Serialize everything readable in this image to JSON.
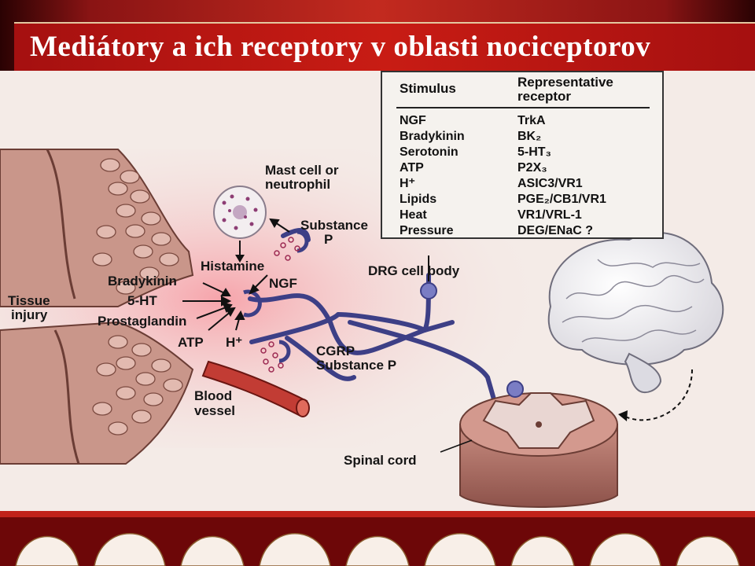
{
  "slide": {
    "title": "Mediátory a ich receptory v oblasti nociceptorov"
  },
  "figure": {
    "labels": {
      "mast_cell": "Mast cell or",
      "neutrophil": "neutrophil",
      "histamine": "Histamine",
      "ngf": "NGF",
      "substance": "Substance",
      "p": "P",
      "bradykinin": "Bradykinin",
      "ht5": "5-HT",
      "tissue": "Tissue",
      "injury": "injury",
      "prostaglandin": "Prostaglandin",
      "atp": "ATP",
      "hplus": "H⁺",
      "cgrp": "CGRP",
      "substance_p": "Substance P",
      "blood": "Blood",
      "vessel": "vessel",
      "drg": "DRG cell body",
      "spinal_cord": "Spinal cord"
    },
    "table": {
      "header_stimulus": "Stimulus",
      "header_receptor_1": "Representative",
      "header_receptor_2": "receptor",
      "rows": [
        {
          "stimulus": "NGF",
          "receptor": "TrkA"
        },
        {
          "stimulus": "Bradykinin",
          "receptor": "BK₂"
        },
        {
          "stimulus": "Serotonin",
          "receptor": "5-HT₃"
        },
        {
          "stimulus": "ATP",
          "receptor": "P2X₃"
        },
        {
          "stimulus": "H⁺",
          "receptor": "ASIC3/VR1"
        },
        {
          "stimulus": "Lipids",
          "receptor": "PGE₂/CB1/VR1"
        },
        {
          "stimulus": "Heat",
          "receptor": "VR1/VRL-1"
        },
        {
          "stimulus": "Pressure",
          "receptor": "DEG/ENaC ?"
        }
      ]
    }
  },
  "colors": {
    "title_bar": "#c81c14",
    "title_text": "#ffffff",
    "figure_bg": "#f4ebe7",
    "tissue": "#b9877a",
    "pink_glow": "#f2a9ae",
    "nerve": "#3d3f86",
    "blood_vessel": "#c23c34",
    "spinal_cord": "#a66a62"
  }
}
